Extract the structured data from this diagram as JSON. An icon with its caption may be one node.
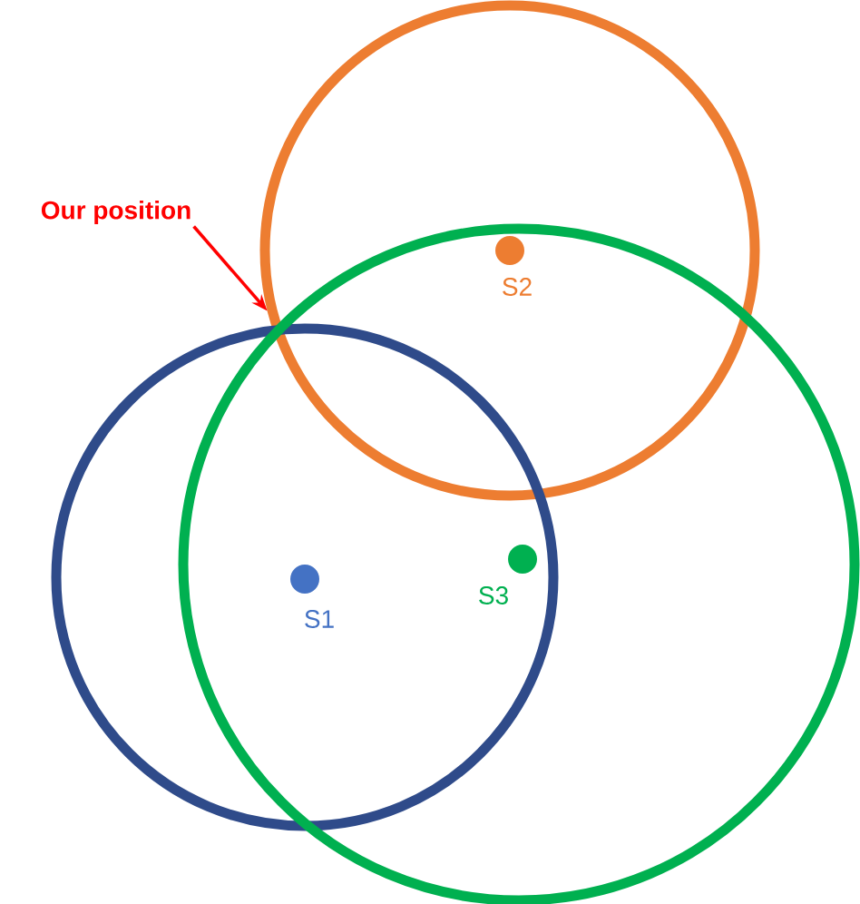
{
  "diagram": {
    "nodes": [
      {
        "text": [
          "Our position"
        ]
      },
      {
        "text": [],
        "shape": "circle"
      },
      {
        "text": [],
        "shape": "circle"
      },
      {
        "text": [],
        "shape": "circle"
      },
      {
        "text": [],
        "shape": "circle"
      },
      {
        "text": [],
        "shape": "circle"
      },
      {
        "text": [],
        "shape": "circle"
      }
    ],
    "edges": [
      {
        "from": 0,
        "to": 1,
        "arrow": "to"
      }
    ],
    "labels": [
      "S2",
      "S1",
      "S3"
    ]
  }
}
